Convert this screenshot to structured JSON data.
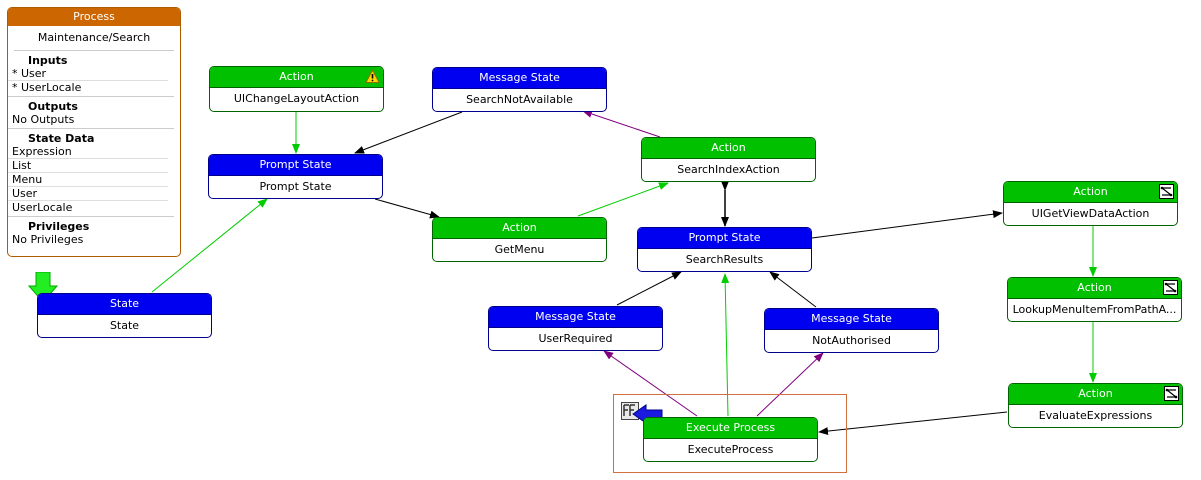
{
  "process": {
    "header": "Process",
    "name": "Maintenance/Search",
    "inputs_title": "Inputs",
    "inputs": [
      "* User",
      "* UserLocale"
    ],
    "outputs_title": "Outputs",
    "outputs": [
      "No Outputs"
    ],
    "state_data_title": "State Data",
    "state_data": [
      "Expression",
      "List",
      "Menu",
      "User",
      "UserLocale"
    ],
    "privileges_title": "Privileges",
    "privileges": [
      "No Privileges"
    ]
  },
  "nodes": {
    "state": {
      "type": "State",
      "name": "State"
    },
    "ui_change_layout": {
      "type": "Action",
      "name": "UIChangeLayoutAction",
      "icon": "warning-icon"
    },
    "prompt_state": {
      "type": "Prompt State",
      "name": "Prompt State"
    },
    "search_not_available": {
      "type": "Message State",
      "name": "SearchNotAvailable"
    },
    "get_menu": {
      "type": "Action",
      "name": "GetMenu"
    },
    "search_index": {
      "type": "Action",
      "name": "SearchIndexAction"
    },
    "search_results": {
      "type": "Prompt State",
      "name": "SearchResults"
    },
    "user_required": {
      "type": "Message State",
      "name": "UserRequired"
    },
    "not_authorised": {
      "type": "Message State",
      "name": "NotAuthorised"
    },
    "execute_process": {
      "type": "Execute Process",
      "name": "ExecuteProcess"
    },
    "ui_get_view_data": {
      "type": "Action",
      "name": "UIGetViewDataAction",
      "icon": "flow-icon"
    },
    "lookup_menu": {
      "type": "Action",
      "name": "LookupMenuItemFromPathA...",
      "icon": "flow-icon"
    },
    "evaluate_expressions": {
      "type": "Action",
      "name": "EvaluateExpressions",
      "icon": "flow-icon"
    }
  },
  "colors": {
    "action_header": "#00c000",
    "state_header": "#0000f0",
    "process_header": "#cc6600",
    "edge_success": "#00cc00",
    "edge_default": "#000000",
    "edge_error": "#800080"
  }
}
